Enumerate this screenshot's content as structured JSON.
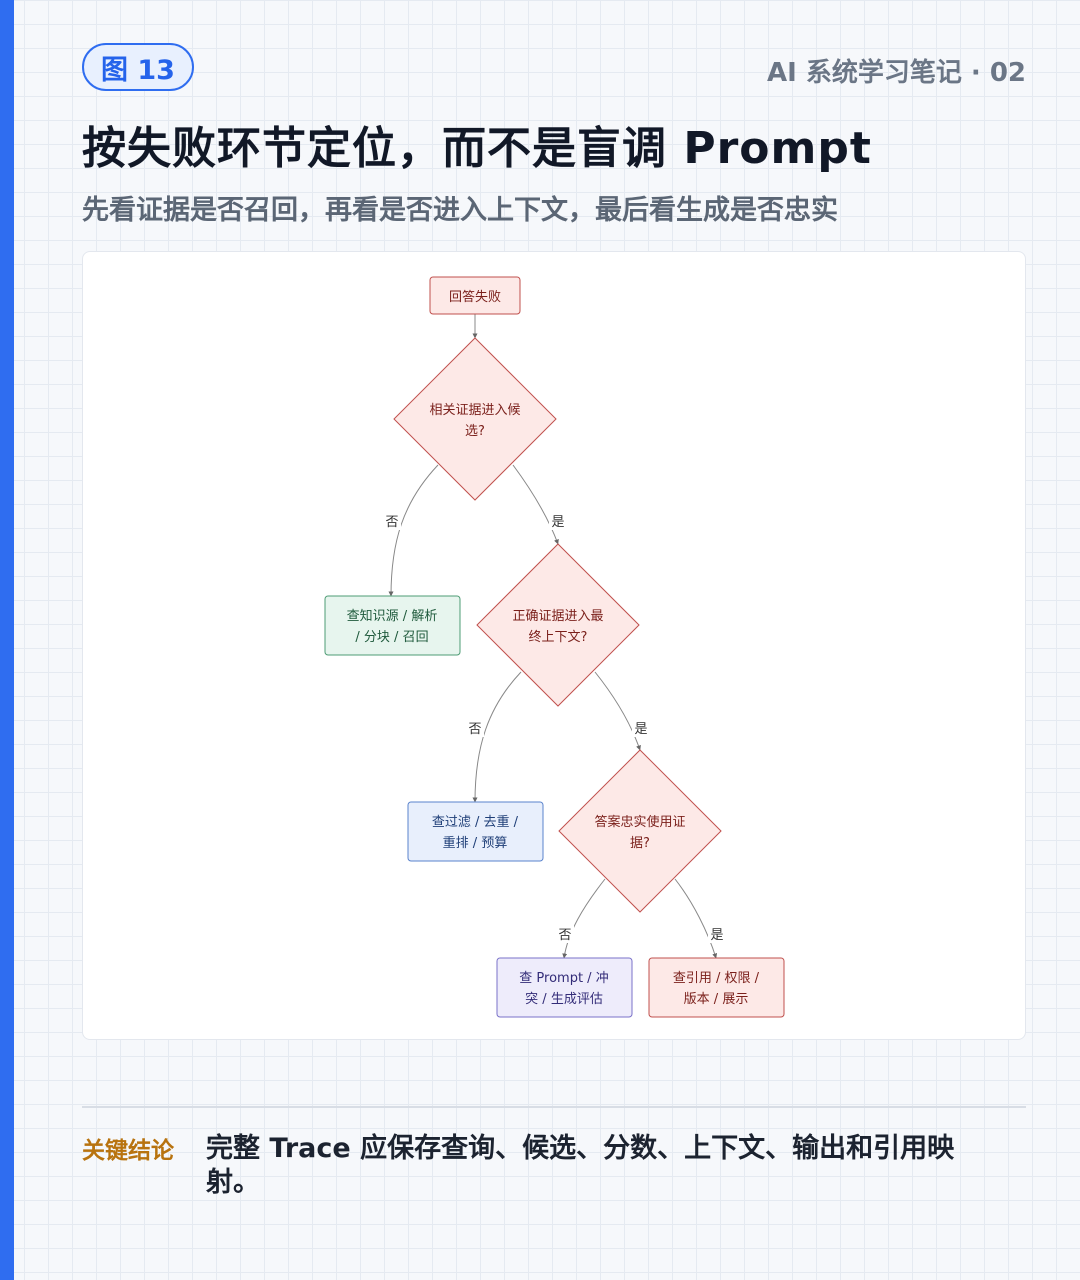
{
  "header": {
    "badge": "图 13",
    "series": "AI 系统学习笔记 · 02",
    "title": "按失败环节定位，而不是盲调 Prompt",
    "subtitle": "先看证据是否召回，再看是否进入上下文，最后看生成是否忠实"
  },
  "diagram": {
    "nodes": {
      "start": {
        "lines": [
          "回答失败"
        ]
      },
      "d1": {
        "lines": [
          "相关证据进入候",
          "选?"
        ]
      },
      "d2": {
        "lines": [
          "正确证据进入最",
          "终上下文?"
        ]
      },
      "d3": {
        "lines": [
          "答案忠实使用证",
          "据?"
        ]
      },
      "r1": {
        "lines": [
          "查知识源 / 解析",
          "/ 分块 / 召回"
        ]
      },
      "r2": {
        "lines": [
          "查过滤 / 去重 /",
          "重排 / 预算"
        ]
      },
      "r3": {
        "lines": [
          "查 Prompt / 冲",
          "突 / 生成评估"
        ]
      },
      "r4": {
        "lines": [
          "查引用 / 权限 /",
          "版本 / 展示"
        ]
      }
    },
    "edge_labels": {
      "no": "否",
      "yes": "是"
    },
    "colors": {
      "red_fill": "#fde9e7",
      "red_stroke": "#c0504d",
      "red_text": "#7a1f1a",
      "green_fill": "#e7f5ee",
      "green_stroke": "#4e9c74",
      "green_text": "#1f5a3c",
      "blue_fill": "#e8effc",
      "blue_stroke": "#5a83cc",
      "blue_text": "#1f3f78",
      "purple_fill": "#eeecfb",
      "purple_stroke": "#7a72c9",
      "purple_text": "#332c78"
    }
  },
  "conclusion": {
    "label": "关键结论",
    "text": "完整 Trace 应保存查询、候选、分数、上下文、输出和引用映射。"
  }
}
